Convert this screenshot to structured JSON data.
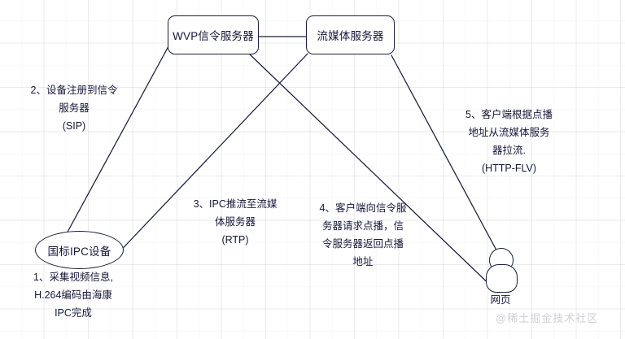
{
  "diagram": {
    "nodes": {
      "wvp_server": "WVP信令服务器",
      "media_server": "流媒体服务器",
      "ipc_device": "国标IPC设备",
      "web_client": "网页"
    },
    "labels": {
      "step1": "1、采集视频信息,\nH.264编码由海康\nIPC完成",
      "step2": "2、设备注册到信令\n服务器\n(SIP)",
      "step3": "3、IPC推流至流媒\n体服务器\n(RTP)",
      "step4": "4、客户端向信令服\n务器请求点播，信\n令服务器返回点播\n地址",
      "step5": "5、客户端根据点播\n地址从流媒体服务\n器拉流.\n(HTTP-FLV)"
    },
    "watermark": "@稀土掘金技术社区",
    "colors": {
      "stroke": "#1b1d3e",
      "text": "#15173a",
      "grid": "#e6e6ea",
      "watermark": "#cfcfd6",
      "background": "#ffffff"
    }
  }
}
